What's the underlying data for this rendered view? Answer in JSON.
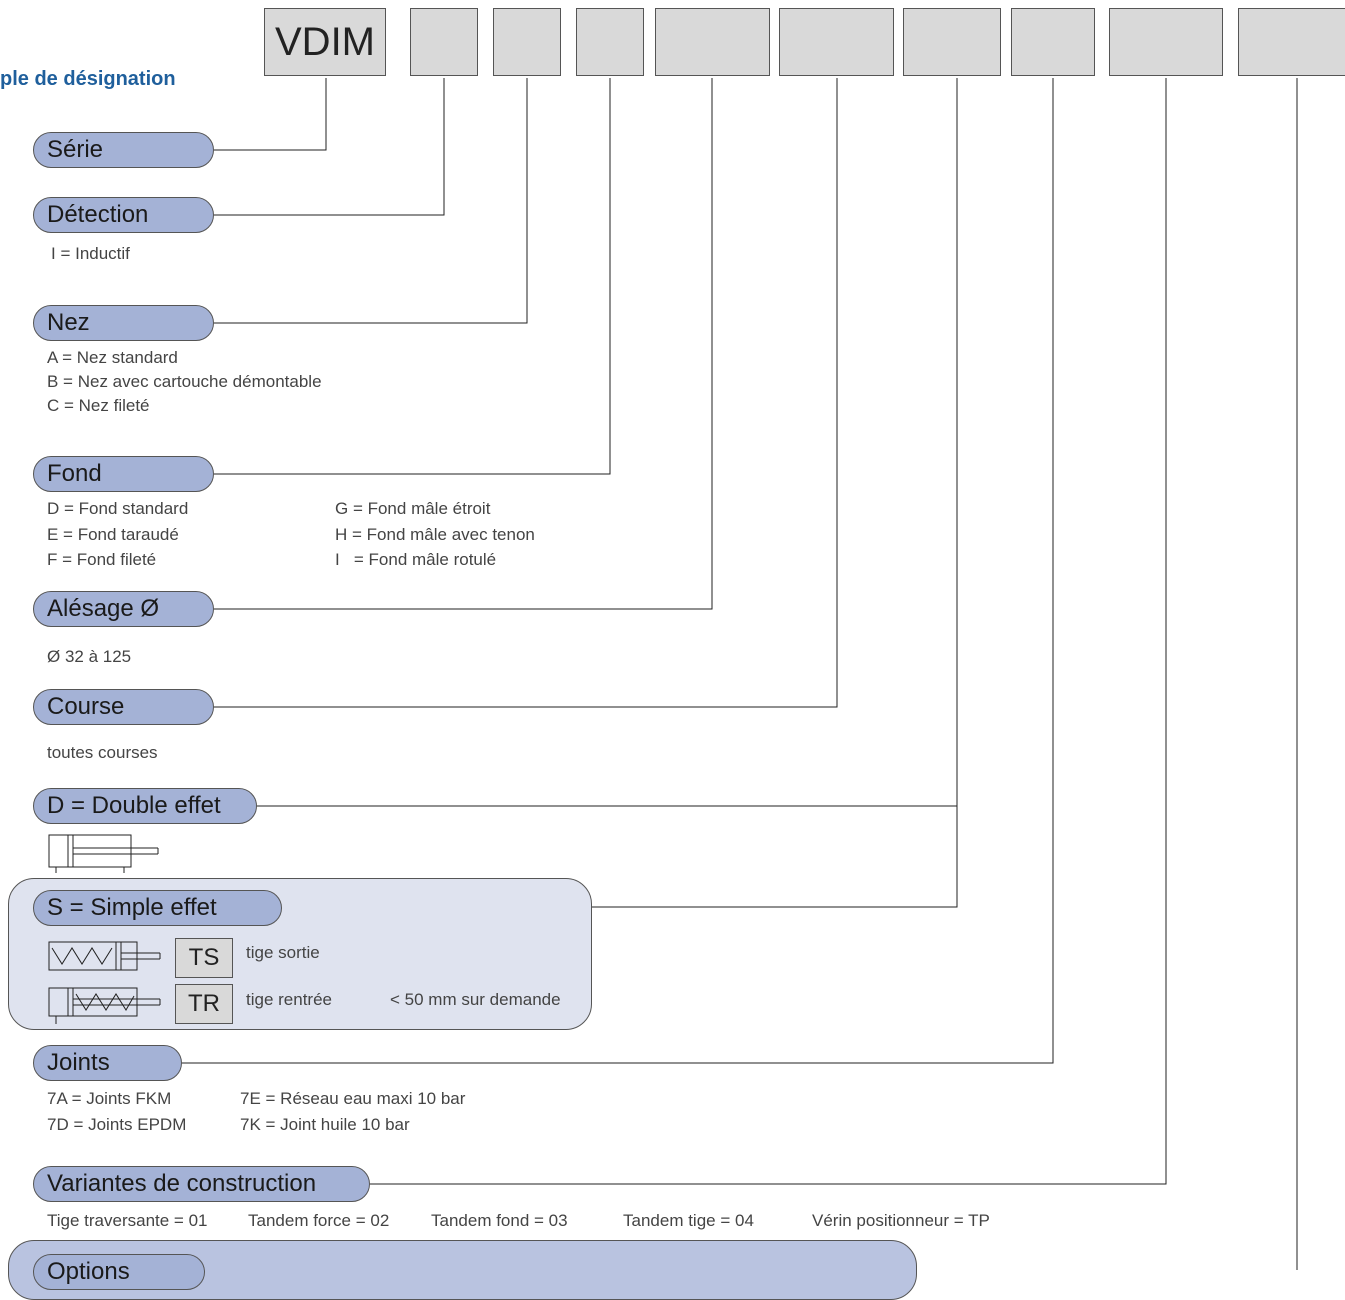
{
  "title": "ple de désignation",
  "code_boxes": {
    "series": "VDIM"
  },
  "sections": {
    "serie": {
      "label": "Série"
    },
    "detection": {
      "label": "Détection",
      "items": [
        "I = Inductif"
      ]
    },
    "nez": {
      "label": "Nez",
      "items": [
        "A = Nez standard",
        "B = Nez avec cartouche démontable",
        "C = Nez fileté"
      ]
    },
    "fond": {
      "label": "Fond",
      "col1": [
        "D = Fond standard",
        "E = Fond taraudé",
        "F = Fond fileté"
      ],
      "col2": [
        "G = Fond mâle étroit",
        "H = Fond mâle avec tenon",
        "I   = Fond mâle rotulé"
      ]
    },
    "alesage": {
      "label": "Alésage Ø",
      "items": [
        "Ø 32 à 125"
      ]
    },
    "course": {
      "label": "Course",
      "items": [
        "toutes courses"
      ]
    },
    "double_effet": {
      "label": "D = Double effet"
    },
    "simple_effet": {
      "label": "S = Simple effet",
      "ts": {
        "code": "TS",
        "desc": "tige sortie"
      },
      "tr": {
        "code": "TR",
        "desc": "tige rentrée",
        "note": "< 50 mm sur demande"
      }
    },
    "joints": {
      "label": "Joints",
      "col1": [
        "7A = Joints FKM",
        "7D = Joints EPDM"
      ],
      "col2": [
        "7E = Réseau eau maxi 10 bar",
        "7K = Joint huile 10 bar"
      ]
    },
    "variantes": {
      "label": "Variantes de construction",
      "items": [
        "Tige traversante = 01",
        "Tandem force = 02",
        "Tandem fond = 03",
        "Tandem tige = 04",
        "Vérin positionneur = TP"
      ]
    },
    "options": {
      "label": "Options"
    }
  },
  "colors": {
    "pill_fill": "#a4b2d6",
    "code_box_fill": "#d9d9d9",
    "panel_fill": "#dfe3ef",
    "title_color": "#1f5f9c"
  }
}
